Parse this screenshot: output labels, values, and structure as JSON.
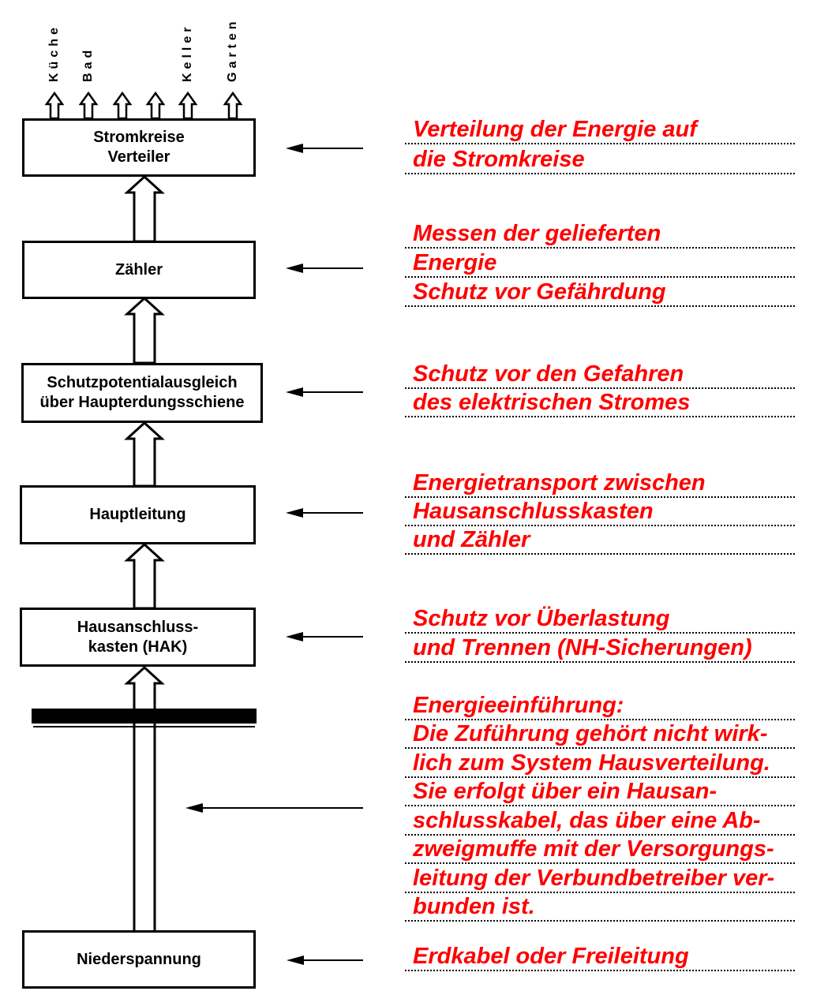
{
  "colors": {
    "annotation_text": "#ff0000",
    "diagram_lines": "#000000",
    "background": "#ffffff"
  },
  "circuits": {
    "labels": [
      "Küche",
      "Bad",
      "Keller",
      "Garten"
    ]
  },
  "boxes": [
    {
      "lines": [
        "Stromkreise",
        "Verteiler"
      ]
    },
    {
      "lines": [
        "Zähler"
      ]
    },
    {
      "lines": [
        "Schutzpotentialausgleich",
        "über Haupterdungsschiene"
      ]
    },
    {
      "lines": [
        "Hauptleitung"
      ]
    },
    {
      "lines": [
        "Hausanschluss-",
        "kasten (HAK)"
      ]
    },
    {
      "lines": [
        "Niederspannung"
      ]
    }
  ],
  "annotations": [
    {
      "lines": [
        "Verteilung der Energie auf",
        "die Stromkreise"
      ]
    },
    {
      "lines": [
        "Messen der gelieferten",
        "Energie",
        "Schutz vor Gefährdung"
      ]
    },
    {
      "lines": [
        "Schutz vor den Gefahren",
        "des elektrischen Stromes"
      ]
    },
    {
      "lines": [
        "Energietransport zwischen",
        "Hausanschlusskasten",
        "und Zähler"
      ]
    },
    {
      "lines": [
        "Schutz vor Überlastung",
        "und Trennen (NH-Sicherungen)"
      ]
    },
    {
      "lines": [
        "Energieeinführung:",
        "Die Zuführung gehört nicht wirk-",
        "lich zum System Hausverteilung.",
        "Sie erfolgt über ein Hausan-",
        "schlusskabel, das über eine Ab-",
        "zweigmuffe mit der Versorgungs-",
        "leitung der Verbundbetreiber ver-",
        "bunden ist."
      ]
    },
    {
      "lines": [
        "Erdkabel oder Freileitung"
      ]
    }
  ]
}
